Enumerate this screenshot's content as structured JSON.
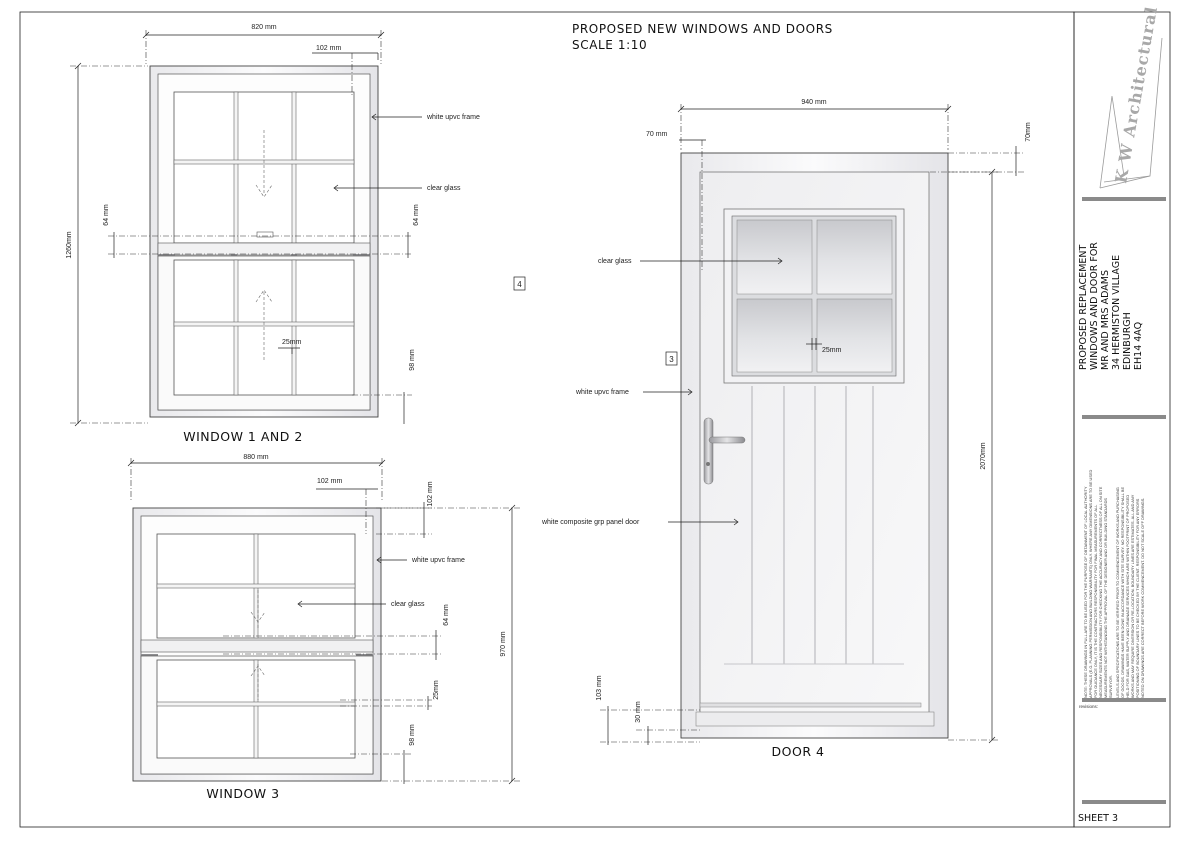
{
  "sheet_title": [
    "PROPOSED NEW WINDOWS AND DOORS",
    "SCALE 1:10"
  ],
  "window12": {
    "label": "WINDOW 1 AND 2",
    "width": "820 mm",
    "height": "1260mm",
    "frame_width": "102 mm",
    "meeting_rail_left": "64 mm",
    "meeting_rail_right": "64 mm",
    "bar": "25mm",
    "bottom": "98 mm",
    "callouts": [
      "white upvc frame",
      "clear glass"
    ]
  },
  "window3": {
    "label": "WINDOW 3",
    "width": "880 mm",
    "height": "970 mm",
    "frame_top": "102 mm",
    "frame_width": "102 mm",
    "meeting_rail": "64 mm",
    "bar": "25mm",
    "bottom": "98 mm",
    "callouts": [
      "white upvc frame",
      "clear glass"
    ]
  },
  "door4": {
    "label": "DOOR 4",
    "width": "940 mm",
    "height": "2070mm",
    "frame_left": "70 mm",
    "frame_top": "70mm",
    "bar": "25mm",
    "threshold_total": "103 mm",
    "threshold": "30 mm",
    "callouts": [
      "clear glass",
      "white upvc frame",
      "white composite grp  panel door"
    ]
  },
  "tags": [
    "4",
    "3"
  ],
  "title_block": {
    "logo": "K W Architectural",
    "project_lines": [
      "PROPOSED REPLACEMENT",
      "WINDOWS AND DOOR FOR",
      "MR AND MRS ADAMS",
      "34 HERMISTON VILLAGE",
      "EDINBURGH",
      "EH14 4AQ"
    ],
    "notes": [
      "NOTE: THESE DRAWINGS IN FULL ARE TO BE USED FOR THE PURPOSE OF OBTAINMENT OF LOCAL AUTHORITY",
      "APPROVALS (E.G. PLANNING PERMISSION AND BUILDING WARRANTS) ONLY. WHERE ANY DIMENSIONS ARE TO BE USED",
      "FOR GUIDANCE ONLY, IT IS THE CONTRACTORS RESPONSIBILITY FOR FINAL MEASUREMENTS OF ALL",
      "NECESSARY SIZES AND RESPONSIBILITY FOR CHECKING THE ACCURACY AND CORRECTNESS OF ALL ON SITE",
      "MEASUREMENTS NOT WITHSTANDING THE APPROVAL OF THE DESIGNER AND OR BUILDING STANDARDS",
      "SURVEYOR.",
      "LEVELS AND SPECIFICATIONS ARE TO BE VERIFIED PRIOR TO COMMENCEMENT OF WORKS AND PURCHASING",
      "OF GOODS. DRAWINGS HAVE BEEN DONE IN ACCORDANCE WITH SITE SURVEY. NO RESPONSIBILITY SHALL BE",
      "HELD FOR GAS, WATER SUPPLY AND DRAINAGE SERVICES WHICH ARE WITHIN FOOTPRINT OF PROPOSED",
      "WORKS AND MAY REQUIRE DIVERSION OR RE-LOCATION. BOUNDARY LINES ARE ESTIMATES. ALL AND ANY",
      "POSITIONING OF BOUNDARY LINES TO BE CHECKED BY THE CLIENT. RESPONSIBILITY FOR ANY ERRORS",
      "NOTED ON DRAWINGS ARE CORRECT BEFORE WORK COMMENCEMENT.  DO NOT SCALE OFF DRAWINGS."
    ],
    "revisions_label": "revisions:",
    "sheet": "SHEET  3"
  }
}
